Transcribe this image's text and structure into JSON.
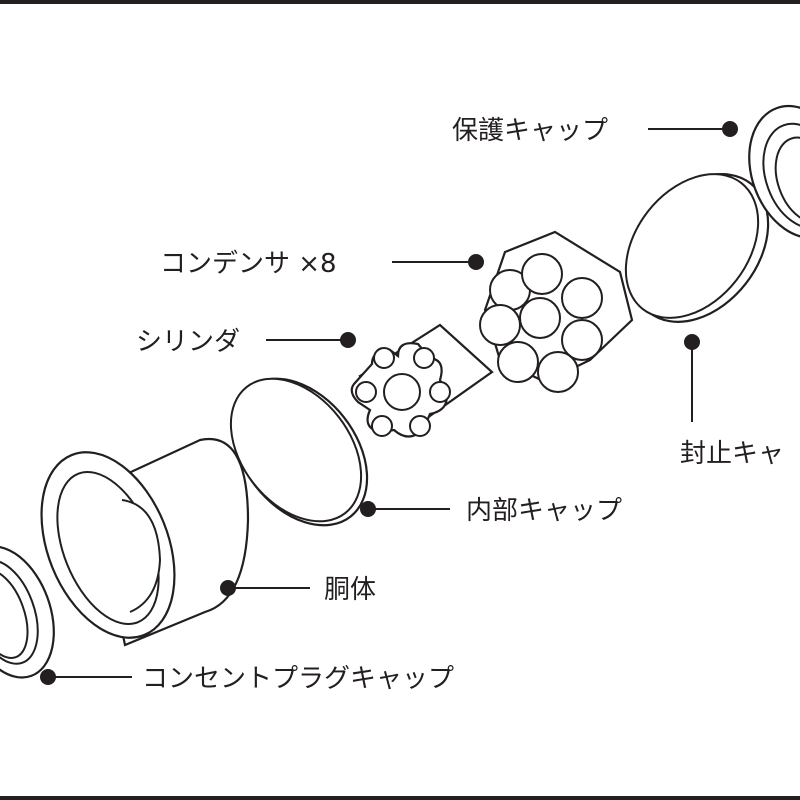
{
  "colors": {
    "line": "#231f20",
    "background": "#ffffff"
  },
  "labels": {
    "protective_cap": "保護キャップ",
    "capacitor": "コンデンサ ×8",
    "cylinder": "シリンダ",
    "sealing_cap": "封止キャ",
    "inner_cap": "内部キャップ",
    "body": "胴体",
    "outlet_plug_cap": "コンセントプラグキャップ"
  }
}
